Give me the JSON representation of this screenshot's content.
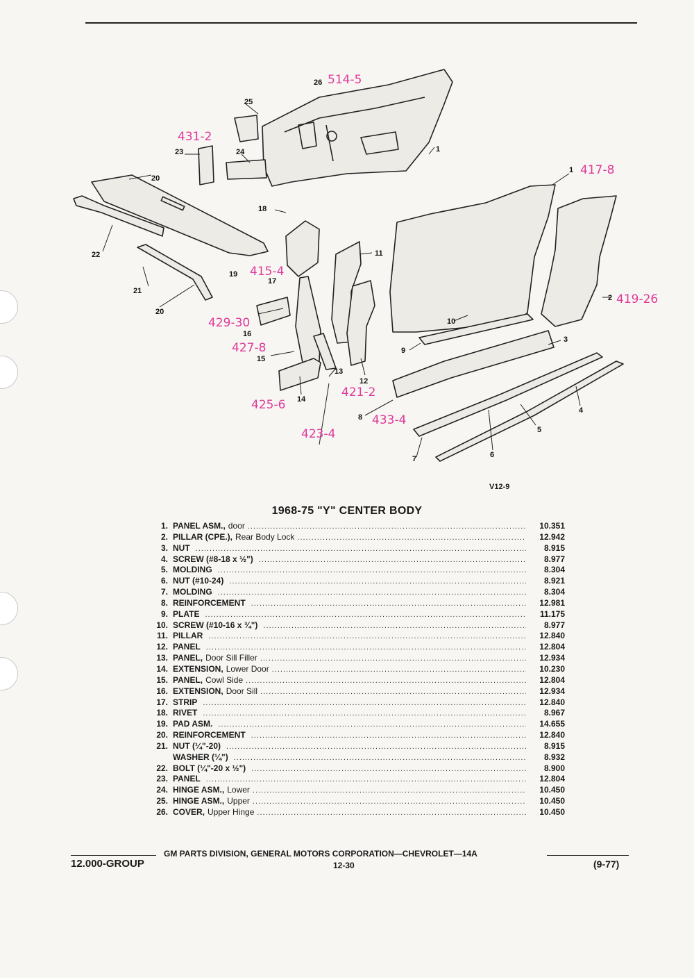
{
  "title": "1968-75 \"Y\" CENTER BODY",
  "figure_code": "V12-9",
  "callout_numbers": [
    "1",
    "2",
    "3",
    "4",
    "5",
    "6",
    "7",
    "8",
    "9",
    "10",
    "11",
    "12",
    "13",
    "14",
    "15",
    "16",
    "17",
    "18",
    "19",
    "20",
    "21",
    "22",
    "23",
    "24",
    "25",
    "26"
  ],
  "handwritten_notes": [
    "514-5",
    "431-2",
    "417-8",
    "415-4",
    "419-26",
    "429-30",
    "427-8",
    "421-2",
    "425-6",
    "433-4",
    "423-4"
  ],
  "parts": [
    {
      "num": "1.",
      "name": "PANEL ASM.,",
      "desc": "door",
      "code": "10.351"
    },
    {
      "num": "2.",
      "name": "PILLAR (CPE.),",
      "desc": "Rear Body Lock",
      "code": "12.942"
    },
    {
      "num": "3.",
      "name": "NUT",
      "desc": "",
      "code": "8.915"
    },
    {
      "num": "4.",
      "name": "SCREW (#8-18 x ½\")",
      "desc": "",
      "code": "8.977"
    },
    {
      "num": "5.",
      "name": "MOLDING",
      "desc": "",
      "code": "8.304"
    },
    {
      "num": "6.",
      "name": "NUT (#10-24)",
      "desc": "",
      "code": "8.921"
    },
    {
      "num": "7.",
      "name": "MOLDING",
      "desc": "",
      "code": "8.304"
    },
    {
      "num": "8.",
      "name": "REINFORCEMENT",
      "desc": "",
      "code": "12.981"
    },
    {
      "num": "9.",
      "name": "PLATE",
      "desc": "",
      "code": "11.175"
    },
    {
      "num": "10.",
      "name": "SCREW (#10-16 x ¾\")",
      "desc": "",
      "code": "8.977"
    },
    {
      "num": "11.",
      "name": "PILLAR",
      "desc": "",
      "code": "12.840"
    },
    {
      "num": "12.",
      "name": "PANEL",
      "desc": "",
      "code": "12.804"
    },
    {
      "num": "13.",
      "name": "PANEL,",
      "desc": "Door Sill Filler",
      "code": "12.934"
    },
    {
      "num": "14.",
      "name": "EXTENSION,",
      "desc": "Lower Door",
      "code": "10.230"
    },
    {
      "num": "15.",
      "name": "PANEL,",
      "desc": "Cowl Side",
      "code": "12.804"
    },
    {
      "num": "16.",
      "name": "EXTENSION,",
      "desc": "Door Sill",
      "code": "12.934"
    },
    {
      "num": "17.",
      "name": "STRIP",
      "desc": "",
      "code": "12.840"
    },
    {
      "num": "18.",
      "name": "RIVET",
      "desc": "",
      "code": "8.967"
    },
    {
      "num": "19.",
      "name": "PAD ASM.",
      "desc": "",
      "code": "14.655"
    },
    {
      "num": "20.",
      "name": "REINFORCEMENT",
      "desc": "",
      "code": "12.840"
    },
    {
      "num": "21.",
      "name": "NUT (¼\"-20)",
      "desc": "",
      "code": "8.915"
    },
    {
      "num": "",
      "name": "WASHER (¼\")",
      "desc": "",
      "code": "8.932"
    },
    {
      "num": "22.",
      "name": "BOLT (¼\"-20 x ½\")",
      "desc": "",
      "code": "8.900"
    },
    {
      "num": "23.",
      "name": "PANEL",
      "desc": "",
      "code": "12.804"
    },
    {
      "num": "24.",
      "name": "HINGE ASM.,",
      "desc": "Lower",
      "code": "10.450"
    },
    {
      "num": "25.",
      "name": "HINGE ASM.,",
      "desc": "Upper",
      "code": "10.450"
    },
    {
      "num": "26.",
      "name": "COVER,",
      "desc": "Upper Hinge",
      "code": "10.450"
    }
  ],
  "footer": {
    "center": "GM PARTS DIVISION, GENERAL MOTORS CORPORATION—CHEVROLET—14A",
    "group": "12.000-GROUP",
    "page": "12-30",
    "date": "(9-77)"
  }
}
